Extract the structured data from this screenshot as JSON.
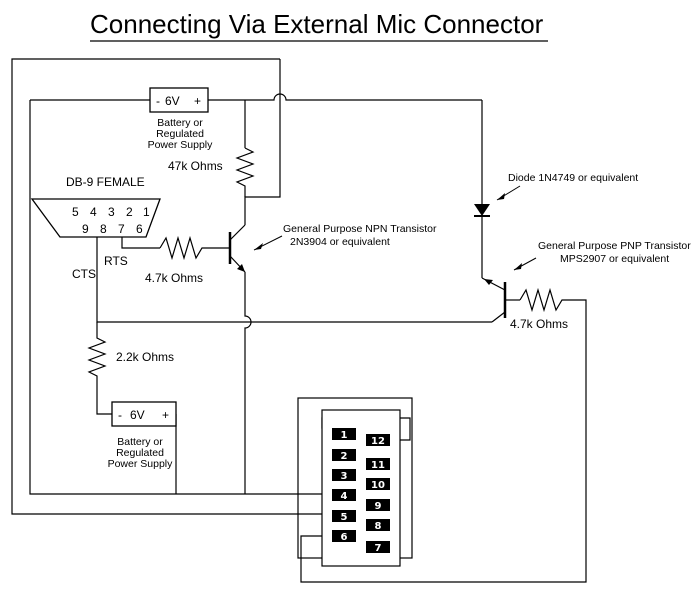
{
  "title": "Connecting Via External Mic Connector",
  "db9": {
    "label": "DB-9 FEMALE",
    "top_pins": [
      "5",
      "4",
      "3",
      "2",
      "1"
    ],
    "bottom_pins": [
      "9",
      "8",
      "7",
      "6"
    ]
  },
  "labels": {
    "rts": "RTS",
    "cts": "CTS"
  },
  "battery_top": {
    "neg": "-",
    "voltage": "6V",
    "pos": "+",
    "caption": [
      "Battery or",
      "Regulated",
      "Power Supply"
    ]
  },
  "battery_bottom": {
    "neg": "-",
    "voltage": "6V",
    "pos": "+",
    "caption": [
      "Battery or",
      "Regulated",
      "Power Supply"
    ]
  },
  "resistors": {
    "r_47k": "47k Ohms",
    "r_47_left": "4.7k Ohms",
    "r_47_right": "4.7k Ohms",
    "r_22": "2.2k Ohms"
  },
  "npn": [
    "General Purpose NPN Transistor",
    "2N3904 or equivalent"
  ],
  "pnp": [
    "General Purpose PNP Transistor",
    "MPS2907 or equivalent"
  ],
  "diode": "Diode 1N4749 or equivalent",
  "connector": {
    "left_pins": [
      "1",
      "2",
      "3",
      "4",
      "5",
      "6"
    ],
    "right_pins": [
      "12",
      "11",
      "10",
      "9",
      "8",
      "7"
    ]
  }
}
